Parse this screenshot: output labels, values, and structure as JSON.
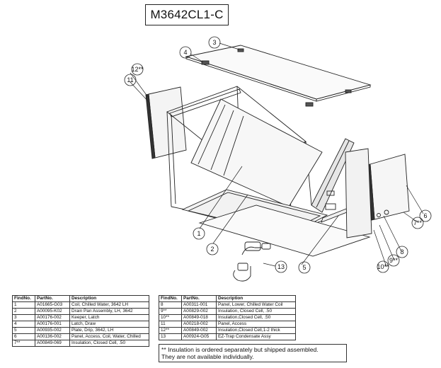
{
  "title": "M3642CL1-C",
  "callouts": {
    "c1": "1",
    "c2": "2",
    "c3": "3",
    "c4": "4",
    "c5": "5",
    "c6": "6",
    "c7": "7**",
    "c8": "8",
    "c9": "9**",
    "c10": "10**",
    "c11": "11",
    "c12": "12**",
    "c13": "13"
  },
  "table_headers": {
    "findno": "FindNo.",
    "partno": "PartNo.",
    "description": "Description"
  },
  "parts_left": [
    {
      "findno": "1",
      "partno": "A01665-G03",
      "description": "Coil, Chilled Water, 3642 LH"
    },
    {
      "findno": "2",
      "partno": "A00095-K02",
      "description": "Drain Pan Assembly, LH, 3642"
    },
    {
      "findno": "3",
      "partno": "A00176-002",
      "description": "Keeper, Latch"
    },
    {
      "findno": "4",
      "partno": "A00176-001",
      "description": "Latch, Draw"
    },
    {
      "findno": "5",
      "partno": "A00935-002",
      "description": "Plate, Drip, 3642, LH"
    },
    {
      "findno": "6",
      "partno": "A00136-002",
      "description": "Panel, Access, Coil, Water, Chilled"
    },
    {
      "findno": "7**",
      "partno": "A00849-069",
      "description": "Insulation, Closed Cell, .50"
    }
  ],
  "parts_right": [
    {
      "findno": "8",
      "partno": "A00311-001",
      "description": "Panel, Lower, Chilled Water Coil"
    },
    {
      "findno": "9**",
      "partno": "A00829-002",
      "description": "Insulation, Closed Cell, .50"
    },
    {
      "findno": "10**",
      "partno": "A00849-018",
      "description": "Insulation,Closed Cell, .50"
    },
    {
      "findno": "11",
      "partno": "A00218-002",
      "description": "Panel, Access"
    },
    {
      "findno": "12**",
      "partno": "A00849-002",
      "description": "Insulation,Closed Cell,1-2 thick"
    },
    {
      "findno": "13",
      "partno": "A00924-G05",
      "description": "EZ-Trap Condensate Assy"
    }
  ],
  "footnote": {
    "line1": "** Insulation is ordered separately but shipped assembled.",
    "line2": "They are not available individually."
  }
}
